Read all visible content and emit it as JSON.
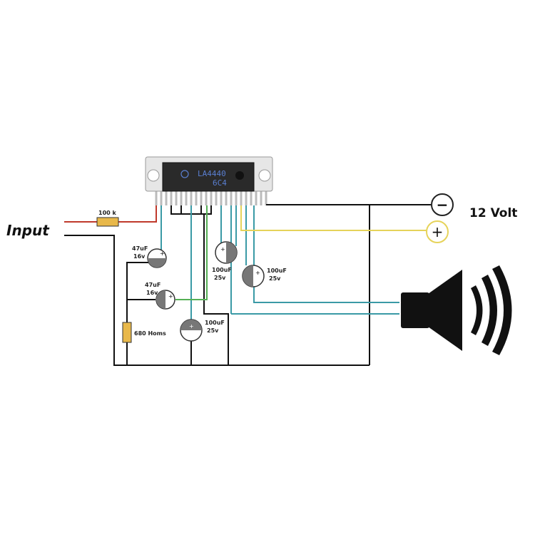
{
  "input_label": "Input",
  "supply_label": "12 Volt",
  "chip": {
    "line1": "LA4440",
    "line2": "6C4"
  },
  "resistor_input": "100 k",
  "resistor_ground": "680 Homs",
  "cap_1": {
    "value": "47uF",
    "voltage": "16v"
  },
  "cap_2": {
    "value": "47uF",
    "voltage": "16v"
  },
  "cap_3": {
    "value": "100uF",
    "voltage": "25v"
  },
  "cap_4": {
    "value": "100uF",
    "voltage": "25v"
  },
  "cap_5": {
    "value": "100uF",
    "voltage": "25v"
  },
  "terminal_negative": "−",
  "terminal_positive": "+",
  "colors": {
    "wire_black": "#111111",
    "wire_cyan": "#3a9aa6",
    "wire_red": "#c0392b",
    "wire_yellow": "#e6d35a",
    "wire_green": "#55b055",
    "resistor": "#e8b84a"
  }
}
